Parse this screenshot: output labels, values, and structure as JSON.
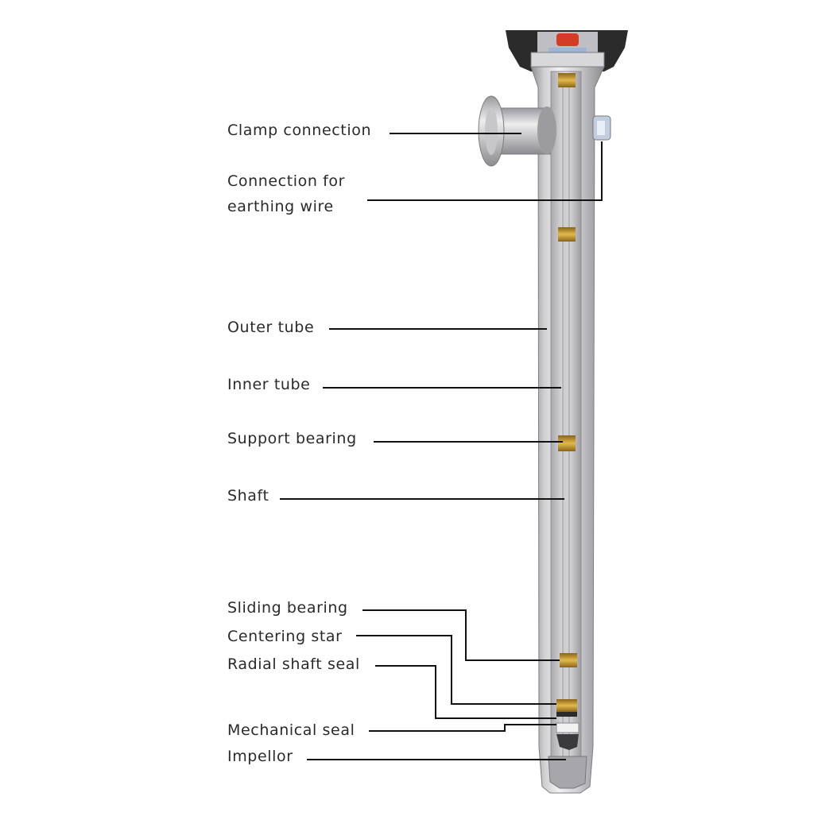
{
  "labels": {
    "clamp_connection": "Clamp connection",
    "earthing_line1": "Connection for",
    "earthing_line2": "earthing wire",
    "outer_tube": "Outer tube",
    "inner_tube": "Inner tube",
    "support_bearing": "Support bearing",
    "shaft": "Shaft",
    "sliding_bearing": "Sliding bearing",
    "centering_star": "Centering star",
    "radial_shaft_seal": "Radial shaft seal",
    "mechanical_seal": "Mechanical seal",
    "impellor": "Impellor"
  },
  "colors": {
    "tube_light": "#e4e4e6",
    "tube_mid": "#b3b3b6",
    "tube_dark": "#8a8a8e",
    "bearing": "#c99a2e",
    "cap": "#2b2b2b",
    "red_part": "#d43c24",
    "text": "#2a2a2a",
    "leader": "#111111"
  }
}
